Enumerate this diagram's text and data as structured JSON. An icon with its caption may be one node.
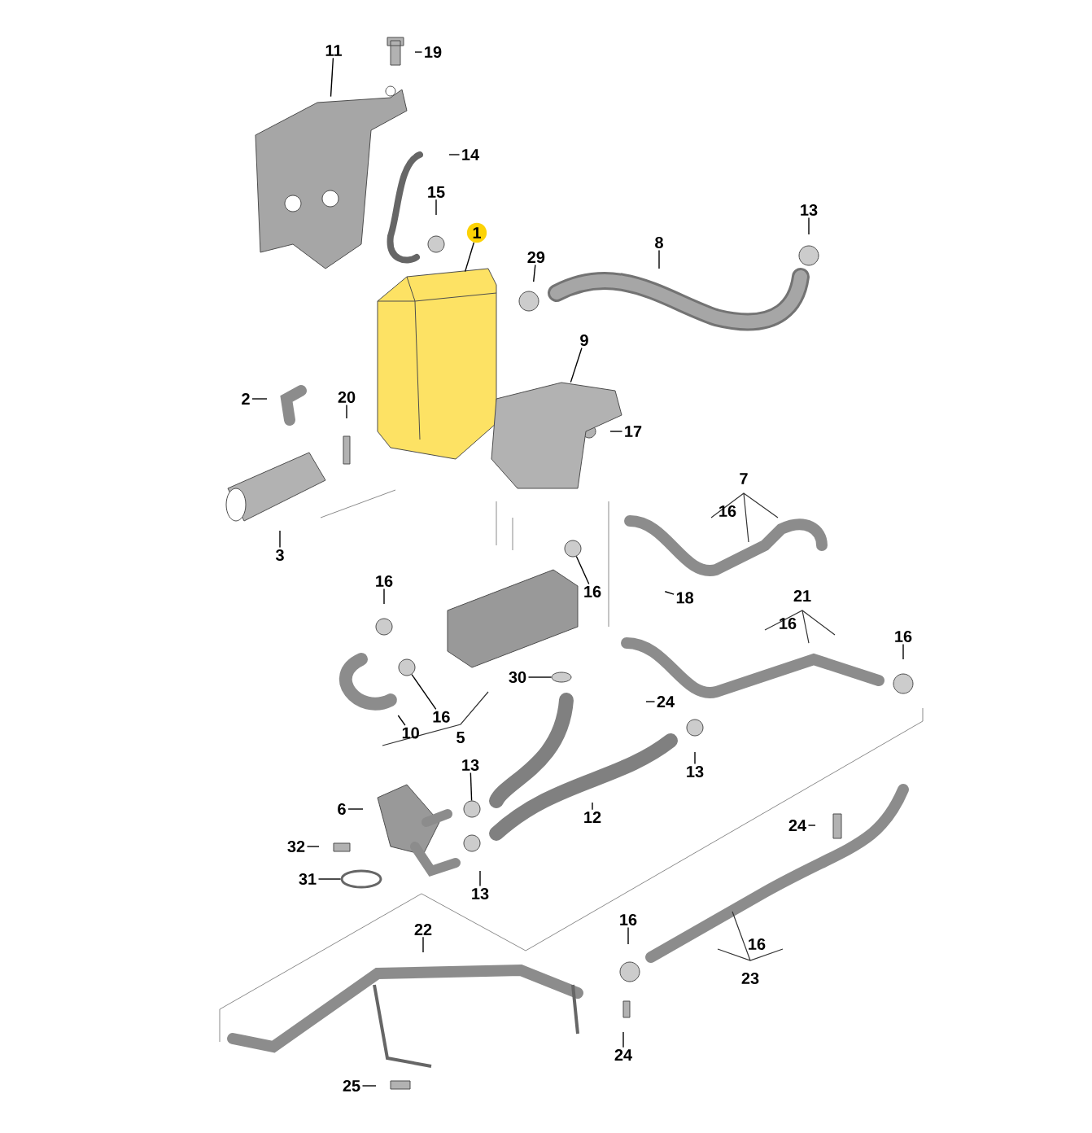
{
  "diagram": {
    "nodes": [
      {
        "text": [
          "11"
        ]
      },
      {
        "text": [
          "19"
        ]
      },
      {
        "text": [
          "14"
        ]
      },
      {
        "text": [
          "15"
        ]
      },
      {
        "text": [
          "1"
        ]
      },
      {
        "text": [
          "29"
        ]
      },
      {
        "text": [
          "8"
        ]
      },
      {
        "text": [
          "13"
        ]
      },
      {
        "text": [
          "9"
        ]
      },
      {
        "text": [
          "2"
        ]
      },
      {
        "text": [
          "20"
        ]
      },
      {
        "text": [
          "17"
        ]
      },
      {
        "text": [
          "3"
        ]
      },
      {
        "text": [
          "7"
        ]
      },
      {
        "text": [
          "16"
        ]
      },
      {
        "text": [
          "16"
        ]
      },
      {
        "text": [
          "16"
        ]
      },
      {
        "text": [
          "18"
        ]
      },
      {
        "text": [
          "21"
        ]
      },
      {
        "text": [
          "16"
        ]
      },
      {
        "text": [
          "16"
        ]
      },
      {
        "text": [
          "30"
        ]
      },
      {
        "text": [
          "24"
        ]
      },
      {
        "text": [
          "16"
        ]
      },
      {
        "text": [
          "10"
        ]
      },
      {
        "text": [
          "5"
        ]
      },
      {
        "text": [
          "13"
        ]
      },
      {
        "text": [
          "13"
        ]
      },
      {
        "text": [
          "12"
        ]
      },
      {
        "text": [
          "6"
        ]
      },
      {
        "text": [
          "24"
        ]
      },
      {
        "text": [
          "32"
        ]
      },
      {
        "text": [
          "31"
        ]
      },
      {
        "text": [
          "13"
        ]
      },
      {
        "text": [
          "16"
        ]
      },
      {
        "text": [
          "22"
        ]
      },
      {
        "text": [
          "16"
        ]
      },
      {
        "text": [
          "23"
        ]
      },
      {
        "text": [
          "24"
        ]
      },
      {
        "text": [
          "25"
        ]
      },
      {
        "text": [],
        "shape": "picture"
      },
      {
        "text": [],
        "shape": "picture"
      },
      {
        "text": [],
        "shape": "circle"
      },
      {
        "text": [],
        "shape": "ellipse"
      },
      {
        "text": [],
        "shape": "circle"
      },
      {
        "text": [],
        "shape": "circle"
      },
      {
        "text": [],
        "shape": "ellipse"
      },
      {
        "text": [],
        "shape": "picture"
      }
    ],
    "edges": [
      {
        "from": 0,
        "to": 40,
        "arrow": "none"
      },
      {
        "from": 1,
        "to": null,
        "arrow": "none"
      },
      {
        "from": 2,
        "to": null,
        "arrow": "none"
      },
      {
        "from": 3,
        "to": null,
        "arrow": "none"
      },
      {
        "from": 4,
        "to": 41,
        "arrow": "none"
      },
      {
        "from": 5,
        "to": null,
        "arrow": "none"
      },
      {
        "from": 6,
        "to": null,
        "arrow": "none"
      },
      {
        "from": 7,
        "to": null,
        "arrow": "none"
      },
      {
        "from": 8,
        "to": 47,
        "arrow": "none"
      },
      {
        "from": 9,
        "to": null,
        "arrow": "none"
      },
      {
        "from": 10,
        "to": null,
        "arrow": "none"
      },
      {
        "from": 11,
        "to": null,
        "arrow": "none"
      },
      {
        "from": 12,
        "to": null,
        "arrow": "none"
      },
      {
        "from": 15,
        "to": null,
        "arrow": "none"
      },
      {
        "from": 16,
        "to": 42,
        "arrow": "none"
      },
      {
        "from": 17,
        "to": null,
        "arrow": "none"
      },
      {
        "from": 20,
        "to": null,
        "arrow": "none"
      },
      {
        "from": 21,
        "to": 43,
        "arrow": "none"
      },
      {
        "from": 22,
        "to": null,
        "arrow": "none"
      },
      {
        "from": 23,
        "to": 44,
        "arrow": "none"
      },
      {
        "from": 24,
        "to": null,
        "arrow": "none"
      },
      {
        "from": 26,
        "to": 45,
        "arrow": "none"
      },
      {
        "from": 27,
        "to": null,
        "arrow": "none"
      },
      {
        "from": 28,
        "to": null,
        "arrow": "none"
      },
      {
        "from": 29,
        "to": null,
        "arrow": "none"
      },
      {
        "from": 30,
        "to": null,
        "arrow": "none"
      },
      {
        "from": 31,
        "to": null,
        "arrow": "none"
      },
      {
        "from": 32,
        "to": 46,
        "arrow": "none"
      },
      {
        "from": 33,
        "to": null,
        "arrow": "none"
      },
      {
        "from": 34,
        "to": null,
        "arrow": "none"
      },
      {
        "from": 35,
        "to": null,
        "arrow": "none"
      },
      {
        "from": 38,
        "to": null,
        "arrow": "none"
      },
      {
        "from": 39,
        "to": null,
        "arrow": "none"
      }
    ]
  }
}
